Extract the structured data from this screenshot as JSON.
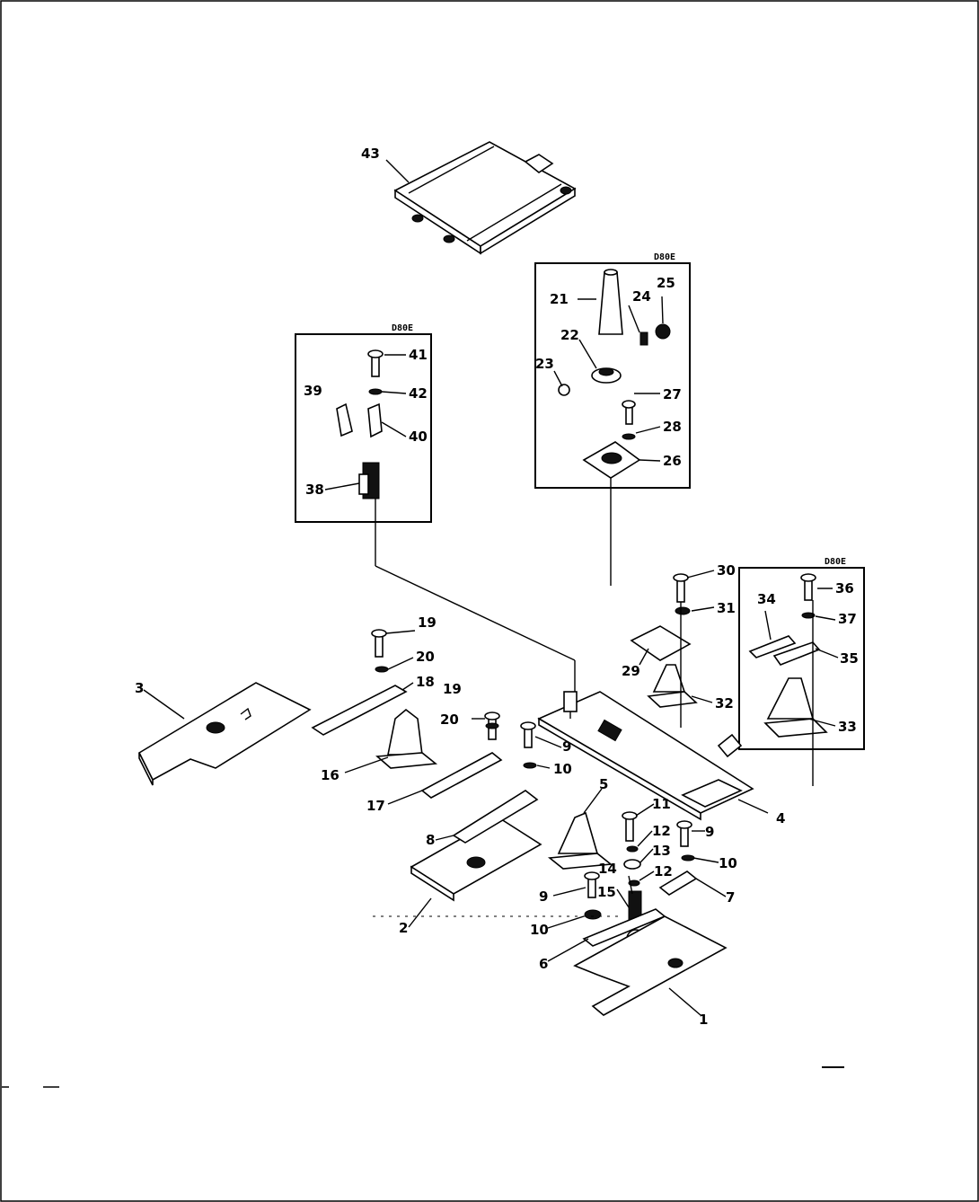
{
  "insets": {
    "left_tag": "D80E",
    "center_tag": "D80E",
    "right_tag": "D80E"
  },
  "labels": {
    "p1": "1",
    "p2": "2",
    "p3": "3",
    "p4": "4",
    "p5": "5",
    "p6": "6",
    "p7": "7",
    "p8": "8",
    "p9a": "9",
    "p9b": "9",
    "p9c": "9",
    "p10a": "10",
    "p10b": "10",
    "p10c": "10",
    "p11": "11",
    "p12a": "12",
    "p12b": "12",
    "p13": "13",
    "p14": "14",
    "p15": "15",
    "p16": "16",
    "p17": "17",
    "p18": "18",
    "p19a": "19",
    "p19b": "19",
    "p20a": "20",
    "p20b": "20",
    "p21": "21",
    "p22": "22",
    "p23": "23",
    "p24": "24",
    "p25": "25",
    "p26": "26",
    "p27": "27",
    "p28": "28",
    "p29": "29",
    "p30": "30",
    "p31": "31",
    "p32": "32",
    "p33": "33",
    "p34": "34",
    "p35": "35",
    "p36": "36",
    "p37": "37",
    "p38": "38",
    "p39": "39",
    "p40": "40",
    "p41": "41",
    "p42": "42",
    "p43": "43"
  }
}
